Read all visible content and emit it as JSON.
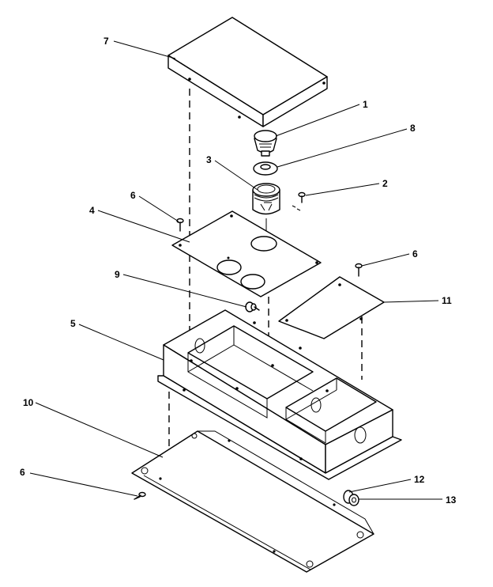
{
  "callouts": [
    {
      "id": "c7",
      "text": "7"
    },
    {
      "id": "c1",
      "text": "1"
    },
    {
      "id": "c8",
      "text": "8"
    },
    {
      "id": "c3",
      "text": "3"
    },
    {
      "id": "c2",
      "text": "2"
    },
    {
      "id": "c6a",
      "text": "6"
    },
    {
      "id": "c4",
      "text": "4"
    },
    {
      "id": "c6b",
      "text": "6"
    },
    {
      "id": "c9",
      "text": "9"
    },
    {
      "id": "c11",
      "text": "11"
    },
    {
      "id": "c5",
      "text": "5"
    },
    {
      "id": "c10",
      "text": "10"
    },
    {
      "id": "c6c",
      "text": "6"
    },
    {
      "id": "c12",
      "text": "12"
    },
    {
      "id": "c13",
      "text": "13"
    }
  ]
}
